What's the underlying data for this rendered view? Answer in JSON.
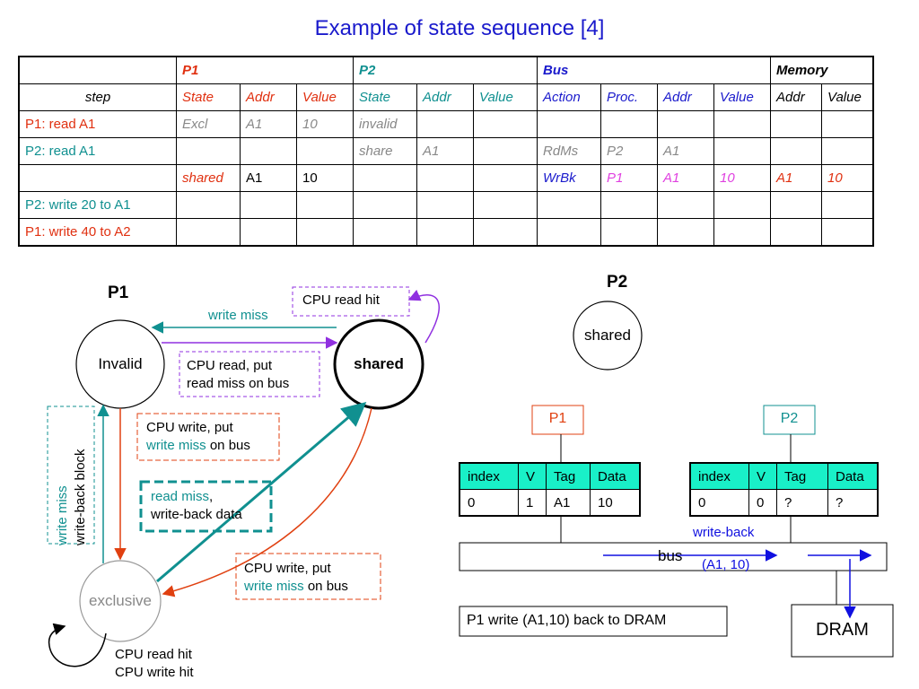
{
  "title": "Example of state sequence   [4]",
  "table": {
    "groups": {
      "p1": "P1",
      "p2": "P2",
      "bus": "Bus",
      "memory": "Memory"
    },
    "subheaders": {
      "step": "step",
      "p1": [
        "State",
        "Addr",
        "Value"
      ],
      "p2": [
        "State",
        "Addr",
        "Value"
      ],
      "bus": [
        "Action",
        "Proc.",
        "Addr",
        "Value"
      ],
      "memory": [
        "Addr",
        "Value"
      ]
    },
    "rows": [
      {
        "step": "P1: read A1",
        "cells": [
          "Excl",
          "A1",
          "10",
          "invalid",
          "",
          "",
          "",
          "",
          "",
          "",
          "",
          ""
        ]
      },
      {
        "step": "P2: read A1",
        "cells": [
          "",
          "",
          "",
          "share",
          "A1",
          "",
          "RdMs",
          "P2",
          "A1",
          "",
          "",
          ""
        ]
      },
      {
        "step": "",
        "cells": [
          "shared",
          "A1",
          "10",
          "",
          "",
          "",
          "WrBk",
          "P1",
          "A1",
          "10",
          "A1",
          "10"
        ]
      },
      {
        "step": "P2: write 20 to A1",
        "cells": [
          "",
          "",
          "",
          "",
          "",
          "",
          "",
          "",
          "",
          "",
          "",
          ""
        ]
      },
      {
        "step": "P1: write 40 to A2",
        "cells": [
          "",
          "",
          "",
          "",
          "",
          "",
          "",
          "",
          "",
          "",
          "",
          ""
        ]
      }
    ]
  },
  "fsm": {
    "title": "P1",
    "states": {
      "invalid": "Invalid",
      "shared": "shared",
      "exclusive": "exclusive"
    },
    "labels": {
      "write_miss_top": "write miss",
      "cpu_read_hit_shared": "CPU read hit",
      "cpu_read_put_1": "CPU read, put",
      "cpu_read_put_2": "read miss on bus",
      "cpu_write_put_1": "CPU write, put",
      "write_miss_on_bus_a": "write miss",
      "on_bus_a": " on bus",
      "read_miss": "read miss",
      "read_miss_comma": ",",
      "write_back_data": "write-back data",
      "write_miss_vert": "write miss",
      "write_back_block": "write-back block",
      "cpu_write_put_2": "CPU write, put",
      "write_miss_on_bus_b": "write miss",
      "on_bus_b": " on bus",
      "cpu_read_hit_excl": "CPU read hit",
      "cpu_write_hit_excl": "CPU write hit"
    }
  },
  "p2_state": {
    "title": "P2",
    "state": "shared"
  },
  "caches": {
    "p1": {
      "label": "P1",
      "headers": [
        "index",
        "V",
        "Tag",
        "Data"
      ],
      "row": [
        "0",
        "1",
        "A1",
        "10"
      ]
    },
    "p2": {
      "label": "P2",
      "headers": [
        "index",
        "V",
        "Tag",
        "Data"
      ],
      "row": [
        "0",
        "0",
        "?",
        "?"
      ]
    }
  },
  "bus": {
    "label": "bus",
    "write_back": "write-back",
    "write_back_value": "(A1, 10)"
  },
  "dram": {
    "label": "DRAM"
  },
  "note": "P1 write (A1,10) back to DRAM"
}
